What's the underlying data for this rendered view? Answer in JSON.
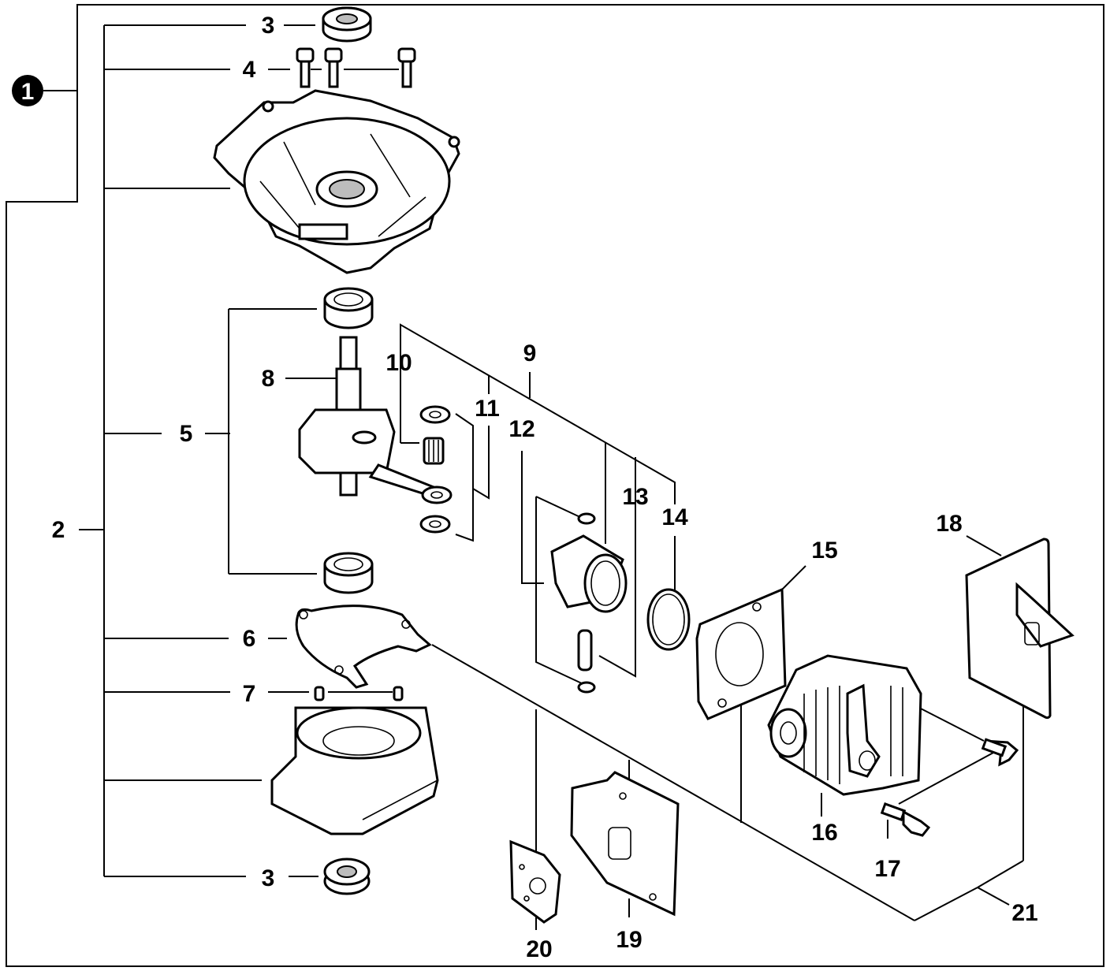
{
  "diagram": {
    "assembly_badge": "1",
    "labels": {
      "l2": "2",
      "l3_top": "3",
      "l3_bottom": "3",
      "l4": "4",
      "l5": "5",
      "l6": "6",
      "l7": "7",
      "l8": "8",
      "l9": "9",
      "l10": "10",
      "l11": "11",
      "l12": "12",
      "l13": "13",
      "l14": "14",
      "l15": "15",
      "l16": "16",
      "l17": "17",
      "l18": "18",
      "l19": "19",
      "l20": "20",
      "l21": "21"
    },
    "parts": [
      {
        "ref": "3",
        "icon": "oil-seal"
      },
      {
        "ref": "4",
        "icon": "socket-bolt"
      },
      {
        "ref": "5",
        "icon": "ball-bearing"
      },
      {
        "ref": "6",
        "icon": "crankcase-gasket"
      },
      {
        "ref": "7",
        "icon": "dowel-pin"
      },
      {
        "ref": "8",
        "icon": "crankshaft"
      },
      {
        "ref": "9",
        "icon": "piston-kit"
      },
      {
        "ref": "10",
        "icon": "needle-bearing"
      },
      {
        "ref": "11",
        "icon": "washer"
      },
      {
        "ref": "12",
        "icon": "circlip"
      },
      {
        "ref": "13",
        "icon": "piston-pin"
      },
      {
        "ref": "14",
        "icon": "piston-ring"
      },
      {
        "ref": "15",
        "icon": "cylinder-gasket"
      },
      {
        "ref": "16",
        "icon": "cylinder"
      },
      {
        "ref": "17",
        "icon": "bolt"
      },
      {
        "ref": "18",
        "icon": "heat-shield"
      },
      {
        "ref": "19",
        "icon": "exhaust-gasket"
      },
      {
        "ref": "20",
        "icon": "intake-gasket"
      },
      {
        "ref": "21",
        "icon": "gasket-set"
      }
    ]
  }
}
